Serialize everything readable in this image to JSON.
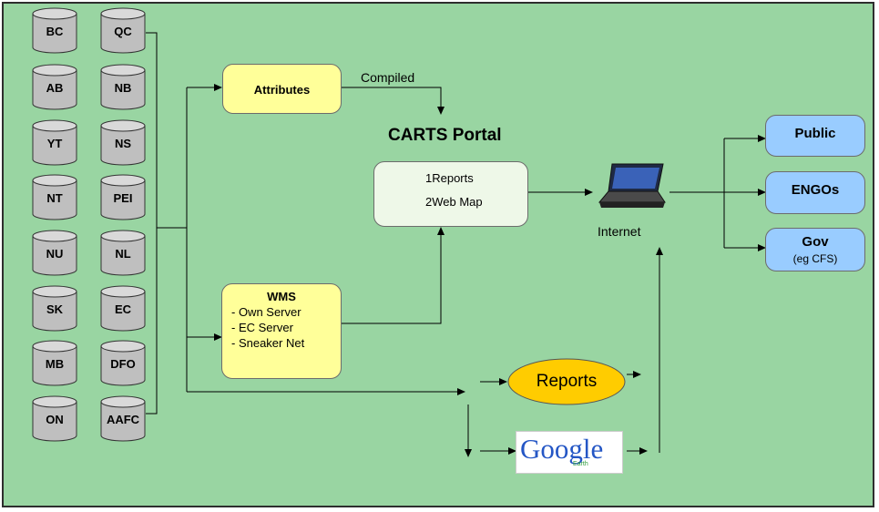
{
  "sources": {
    "left": [
      "BC",
      "AB",
      "YT",
      "NT",
      "NU",
      "SK",
      "MB",
      "ON"
    ],
    "right": [
      "QC",
      "NB",
      "NS",
      "PEI",
      "NL",
      "EC",
      "DFO",
      "AAFC"
    ]
  },
  "attributes": {
    "label": "Attributes"
  },
  "compiled": {
    "label": "Compiled"
  },
  "portal": {
    "title": "CARTS Portal",
    "item1": "1Reports",
    "item2": "2Web Map"
  },
  "wms": {
    "title": "WMS",
    "items": [
      "- Own Server",
      "- EC Server",
      "- Sneaker Net"
    ]
  },
  "internet": {
    "label": "Internet",
    "icon": "laptop-icon"
  },
  "reports_ellipse": {
    "label": "Reports"
  },
  "google_earth": {
    "logo": "Google",
    "sub": "Earth"
  },
  "audiences": {
    "public": "Public",
    "engos": "ENGOs",
    "gov": "Gov",
    "gov_sub": "(eg CFS)"
  },
  "colors": {
    "background": "#99d5a2",
    "yellow": "#ffff99",
    "blue": "#99ccff",
    "ellipse": "#ffcc00",
    "cylinder": "#bfbfbf"
  }
}
